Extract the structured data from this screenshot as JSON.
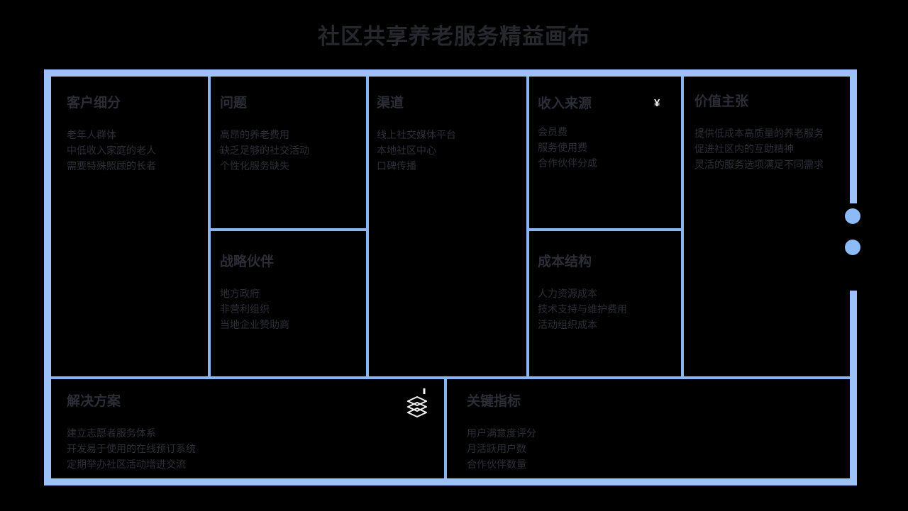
{
  "page": {
    "title": "社区共享养老服务精益画布"
  },
  "colors": {
    "background": "#000000",
    "canvas_border": "#9cc2f8",
    "inner_divider": "#8ab4f0",
    "handle_dot": "#8cbbf8",
    "title_text": "#26282e",
    "heading_text": "#2b2e37",
    "body_text": "#2c2f38",
    "icon_color": "#f2f2f2"
  },
  "icons": {
    "revenue_glyph": "¥",
    "solutions_icon": "layers-stack-icon"
  },
  "cells": [
    {
      "id": "customer-segments",
      "heading": "客户细分",
      "items": [
        "老年人群体",
        "中低收入家庭的老人",
        "需要特殊照顾的长者"
      ]
    },
    {
      "id": "problems",
      "heading": "问题",
      "items": [
        "高昂的养老费用",
        "缺乏足够的社交活动",
        "个性化服务缺失"
      ]
    },
    {
      "id": "channels",
      "heading": "渠道",
      "items": [
        "线上社交媒体平台",
        "本地社区中心",
        "口碑传播"
      ]
    },
    {
      "id": "revenue-streams",
      "heading": "收入来源",
      "items": [
        "会员费",
        "服务使用费",
        "合作伙伴分成"
      ]
    },
    {
      "id": "value-proposition",
      "heading": "价值主张",
      "items": [
        "提供低成本高质量的养老服务",
        "促进社区内的互助精神",
        "灵活的服务选项满足不同需求"
      ]
    },
    {
      "id": "strategic-partners",
      "heading": "战略伙伴",
      "items": [
        "地方政府",
        "非营利组织",
        "当地企业赞助商"
      ]
    },
    {
      "id": "cost-structure",
      "heading": "成本结构",
      "items": [
        "人力资源成本",
        "技术支持与维护费用",
        "活动组织成本"
      ]
    },
    {
      "id": "solutions",
      "heading": "解决方案",
      "items": [
        "建立志愿者服务体系",
        "开发易于使用的在线预订系统",
        "定期举办社区活动增进交流"
      ]
    },
    {
      "id": "key-metrics",
      "heading": "关键指标",
      "items": [
        "用户满意度评分",
        "月活跃用户数",
        "合作伙伴数量"
      ]
    }
  ]
}
